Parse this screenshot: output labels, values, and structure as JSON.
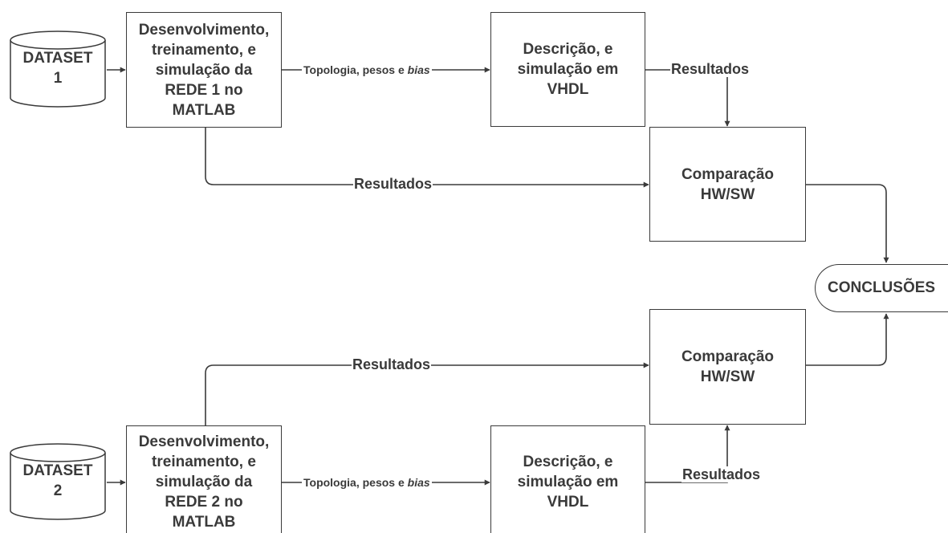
{
  "diagram": {
    "datasets": [
      {
        "id": "dataset-1",
        "line1": "DATASET",
        "line2": "1"
      },
      {
        "id": "dataset-2",
        "line1": "DATASET",
        "line2": "2"
      }
    ],
    "boxes": {
      "dev1": [
        "Desenvolvimento,",
        "treinamento, e",
        "simulação da",
        "REDE 1 no",
        "MATLAB"
      ],
      "dev2": [
        "Desenvolvimento,",
        "treinamento, e",
        "simulação da",
        "REDE 2 no",
        "MATLAB"
      ],
      "vhdl1": [
        "Descrição, e",
        "simulação em",
        "VHDL"
      ],
      "vhdl2": [
        "Descrição, e",
        "simulação em",
        "VHDL"
      ],
      "comp1": [
        "Comparação",
        "HW/SW"
      ],
      "comp2": [
        "Comparação",
        "HW/SW"
      ]
    },
    "terminal": "CONCLUSÕES",
    "edge_labels": {
      "topology_prefix": "Topologia, pesos e ",
      "topology_italic": "bias",
      "results": "Resultados"
    }
  }
}
